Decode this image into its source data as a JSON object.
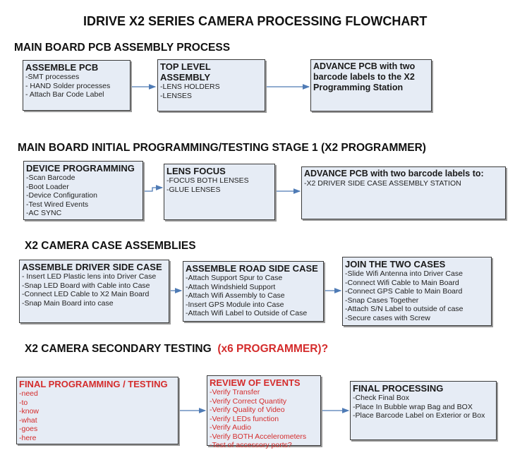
{
  "title": "IDRIVE X2  SERIES CAMERA PROCESSING FLOWCHART",
  "sections": [
    {
      "heading": "MAIN BOARD PCB ASSEMBLY PROCESS",
      "boxes": [
        {
          "title": "ASSEMBLE PCB",
          "items": [
            " -SMT processes",
            " - HAND Solder processes",
            "- Attach Bar Code Label"
          ]
        },
        {
          "title": "TOP LEVEL ASSEMBLY",
          "items": [
            "-LENS HOLDERS",
            "-LENSES"
          ]
        },
        {
          "title": "ADVANCE PCB with two barcode labels to the  X2 Programming Station",
          "items": []
        }
      ]
    },
    {
      "heading": "MAIN BOARD INITIAL PROGRAMMING/TESTING STAGE 1 (X2 PROGRAMMER)",
      "boxes": [
        {
          "title": "DEVICE PROGRAMMING",
          "items": [
            "-Scan Barcode",
            "-Boot Loader",
            "-Device Configuration",
            "-Test Wired Events",
            "-AC SYNC"
          ]
        },
        {
          "title": "LENS FOCUS",
          "items": [
            "-FOCUS BOTH LENSES",
            "-GLUE LENSES"
          ]
        },
        {
          "title": "ADVANCE PCB with two barcode labels to:",
          "items": [
            "-X2 DRIVER  SIDE  CASE  ASSEMBLY STATION"
          ]
        }
      ]
    },
    {
      "heading": "X2 CAMERA CASE ASSEMBLIES",
      "boxes": [
        {
          "title": "ASSEMBLE DRIVER SIDE CASE",
          "items": [
            "- Insert LED Plastic lens into Driver Case",
            "-Snap LED Board with Cable into Case",
            "-Connect LED Cable to X2 Main Board",
            "-Snap Main Board into case"
          ]
        },
        {
          "title": "ASSEMBLE ROAD SIDE CASE",
          "items": [
            "-Attach Support Spur to Case",
            "-Attach Windshield Support",
            "-Attach Wifi Assembly to Case",
            "-Insert GPS Module into Case",
            "-Attach Wifi Label to Outside of Case"
          ]
        },
        {
          "title": "JOIN THE TWO CASES",
          "items": [
            "-Slide Wifi Antenna into Driver Case",
            "-Connect Wifi Cable to Main Board",
            "-Connect GPS Cable to Main Board",
            "-Snap Cases Together",
            "-Attach S/N Label to outside of case",
            "-Secure cases with Screw"
          ]
        }
      ]
    },
    {
      "heading": "X2 CAMERA SECONDARY TESTING",
      "heading_note": "(x6 PROGRAMMER)?",
      "boxes": [
        {
          "title": "FINAL PROGRAMMING / TESTING",
          "items": [
            "-need",
            "-to",
            "-know",
            "-what",
            "-goes",
            "-here"
          ]
        },
        {
          "title": "REVIEW OF EVENTS",
          "items": [
            "-Verify Transfer",
            "-Verify Correct Quantity",
            "-Verify Quality of Video",
            "-Verify LEDs function",
            "-Verify Audio",
            "-Verify BOTH Accelerometers",
            "-Test of accessory ports?"
          ]
        },
        {
          "title": "FINAL PROCESSING",
          "items": [
            " -Check Final Box",
            "-Place In Bubble wrap Bag and BOX",
            "-Place Barcode Label on Exterior or Box"
          ]
        }
      ]
    }
  ],
  "colors": {
    "box_fill": "#e6ecf5",
    "connector": "#4f7bb5",
    "highlight": "#d42c2c"
  }
}
